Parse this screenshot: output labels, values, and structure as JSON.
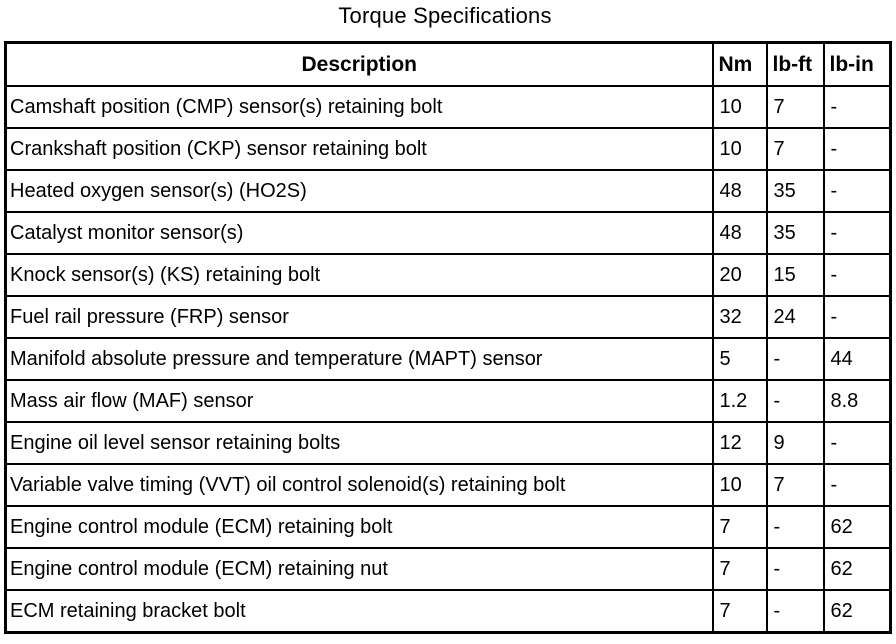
{
  "title": "Torque Specifications",
  "colors": {
    "background": "#ffffff",
    "border": "#000000",
    "text": "#000000"
  },
  "table": {
    "columns": [
      {
        "key": "description",
        "label": "Description"
      },
      {
        "key": "nm",
        "label": "Nm"
      },
      {
        "key": "lb_ft",
        "label": "lb-ft"
      },
      {
        "key": "lb_in",
        "label": "lb-in"
      }
    ],
    "rows": [
      {
        "description": "Camshaft position (CMP) sensor(s) retaining bolt",
        "nm": "10",
        "lb_ft": "7",
        "lb_in": "-"
      },
      {
        "description": "Crankshaft position (CKP) sensor retaining bolt",
        "nm": "10",
        "lb_ft": "7",
        "lb_in": "-"
      },
      {
        "description": "Heated oxygen sensor(s) (HO2S)",
        "nm": "48",
        "lb_ft": "35",
        "lb_in": "-"
      },
      {
        "description": "Catalyst monitor sensor(s)",
        "nm": "48",
        "lb_ft": "35",
        "lb_in": "-"
      },
      {
        "description": "Knock sensor(s) (KS) retaining bolt",
        "nm": "20",
        "lb_ft": "15",
        "lb_in": "-"
      },
      {
        "description": "Fuel rail pressure (FRP) sensor",
        "nm": "32",
        "lb_ft": "24",
        "lb_in": "-"
      },
      {
        "description": "Manifold absolute pressure and temperature (MAPT) sensor",
        "nm": "5",
        "lb_ft": "-",
        "lb_in": "44"
      },
      {
        "description": "Mass air flow (MAF) sensor",
        "nm": "1.2",
        "lb_ft": "-",
        "lb_in": "8.8"
      },
      {
        "description": "Engine oil level sensor retaining bolts",
        "nm": "12",
        "lb_ft": "9",
        "lb_in": "-"
      },
      {
        "description": "Variable valve timing (VVT) oil control solenoid(s) retaining bolt",
        "nm": "10",
        "lb_ft": "7",
        "lb_in": "-"
      },
      {
        "description": "Engine control module (ECM) retaining bolt",
        "nm": "7",
        "lb_ft": "-",
        "lb_in": "62"
      },
      {
        "description": "Engine control module (ECM) retaining nut",
        "nm": "7",
        "lb_ft": "-",
        "lb_in": "62"
      },
      {
        "description": "ECM retaining bracket bolt",
        "nm": "7",
        "lb_ft": "-",
        "lb_in": "62"
      }
    ]
  }
}
